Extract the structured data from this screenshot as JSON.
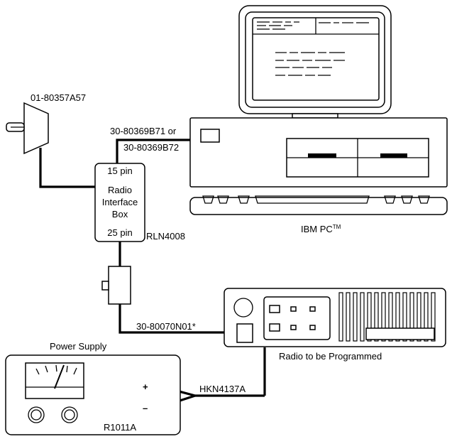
{
  "labels": {
    "adapter_part": "01-80357A57",
    "cable_pc_line1": "30-80369B71 or",
    "cable_pc_line2": "30-80369B72",
    "rib_top": "15 pin",
    "rib_name_line1": "Radio",
    "rib_name_line2": "Interface",
    "rib_name_line3": "Box",
    "rib_bottom": "25 pin",
    "rib_part": "RLN4008",
    "pc_name": "IBM PC",
    "pc_tm": "TM",
    "cable_radio": "30-80070N01*",
    "radio_name": "Radio to be Programmed",
    "power_title": "Power Supply",
    "power_cable": "HKN4137A",
    "power_part": "R1011A",
    "plus": "+",
    "minus": "–"
  }
}
